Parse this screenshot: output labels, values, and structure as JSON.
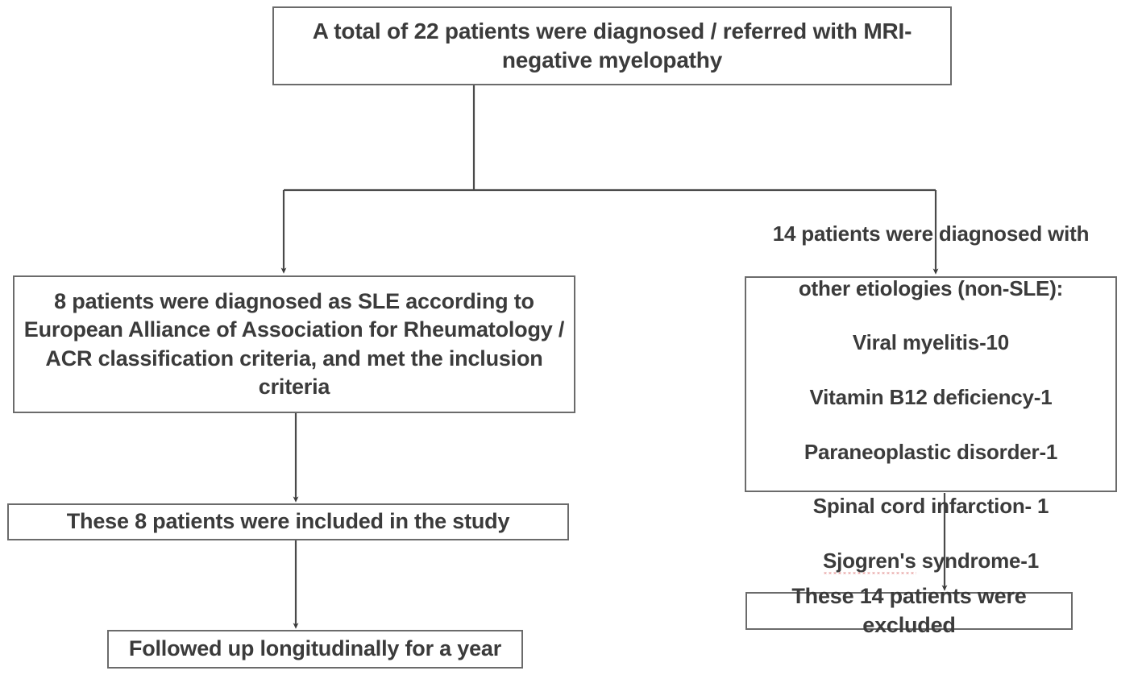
{
  "diagram": {
    "title": "Patient selection flowchart for MRI-negative myelopathy study",
    "type": "flowchart",
    "orientation": "top-down",
    "colors": {
      "box_border": "#6b6b6b",
      "box_fill": "#ffffff",
      "text": "#3b3b3b",
      "connector": "#4a4a4a",
      "spellcheck_underline": "#d04a4a"
    },
    "nodes": {
      "root": {
        "id": "root",
        "text": "A total of 22 patients were diagnosed / referred with MRI-negative myelopathy",
        "lines": [
          "A total of 22 patients were diagnosed / referred with MRI-",
          "negative myelopathy"
        ],
        "count": 22
      },
      "sle": {
        "id": "sle",
        "text": "8 patients were diagnosed as SLE according to European Alliance of Association for Rheumatology / ACR classification criteria, and met the inclusion criteria",
        "lines": [
          "8 patients were diagnosed as SLE according to",
          "European Alliance of Association for",
          "Rheumatology / ACR classification criteria, and",
          "met the inclusion criteria"
        ],
        "count": 8
      },
      "other": {
        "id": "other",
        "heading_lines": [
          "14 patients were diagnosed with",
          "other etiologies (non-SLE):"
        ],
        "count": 14,
        "etiologies": [
          {
            "label": "Viral myelitis",
            "count": 10,
            "line": "Viral myelitis-10"
          },
          {
            "label": "Vitamin B12 deficiency",
            "count": 1,
            "line": "Vitamin B12 deficiency-1"
          },
          {
            "label": "Paraneoplastic disorder",
            "count": 1,
            "line": "Paraneoplastic disorder-1"
          },
          {
            "label": "Spinal cord infarction",
            "count": 1,
            "line": "Spinal cord infarction- 1"
          }
        ],
        "last_etiology": {
          "label_misspelled_word": "Sjogren's",
          "label_rest": " syndrome-1",
          "count": 1,
          "line": "Sjogren's syndrome-1",
          "has_spellcheck_underline": true
        }
      },
      "included": {
        "id": "included",
        "text": "These 8 patients were included in the study",
        "count": 8
      },
      "followed": {
        "id": "followed",
        "text": "Followed up longitudinally for a year"
      },
      "excluded": {
        "id": "excluded",
        "text": "These 14 patients were excluded",
        "count": 14
      }
    },
    "edges": [
      {
        "from": "root",
        "to": "split-point",
        "arrow": false
      },
      {
        "from": "split-point",
        "to": "sle",
        "arrow": true
      },
      {
        "from": "split-point",
        "to": "other",
        "arrow": true
      },
      {
        "from": "sle",
        "to": "included",
        "arrow": true
      },
      {
        "from": "included",
        "to": "followed",
        "arrow": true
      },
      {
        "from": "other",
        "to": "excluded",
        "arrow": true
      }
    ]
  }
}
